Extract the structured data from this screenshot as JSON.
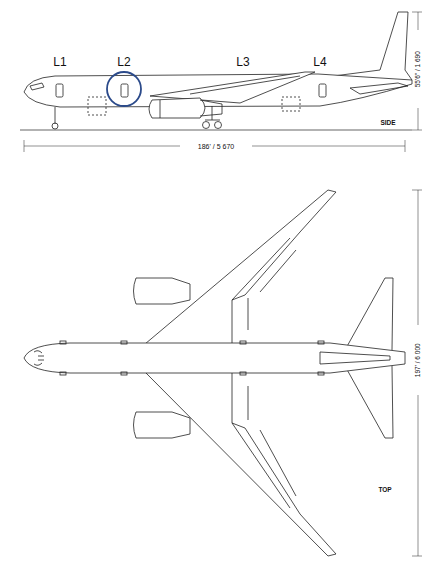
{
  "diagram": {
    "labels": [
      "L1",
      "L2",
      "L3",
      "L4",
      "SIDE",
      "186' / 5 670",
      "55'6\" / 1 690",
      "TOP",
      "197' / 6 000"
    ]
  }
}
